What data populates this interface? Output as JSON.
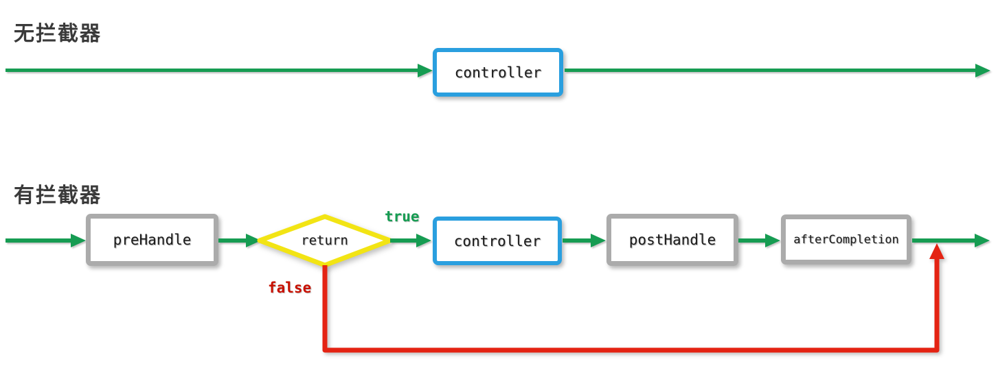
{
  "colors": {
    "arrow_green": "#169C52",
    "controller_blue": "#2A9FDF",
    "box_gray": "#ABABAB",
    "diamond_yellow": "#F2E414",
    "flow_red": "#E42313",
    "false_red": "#C81000",
    "title_text": "#3A3A3A",
    "node_text": "#1B1B1B"
  },
  "section_no_interceptor": {
    "title": "无拦截器",
    "controller_label": "controller"
  },
  "section_with_interceptor": {
    "title": "有拦截器",
    "prehandle_label": "preHandle",
    "decision_label": "return",
    "true_label": "true",
    "false_label": "false",
    "controller_label": "controller",
    "posthandle_label": "postHandle",
    "aftercompletion_label": "afterCompletion"
  }
}
